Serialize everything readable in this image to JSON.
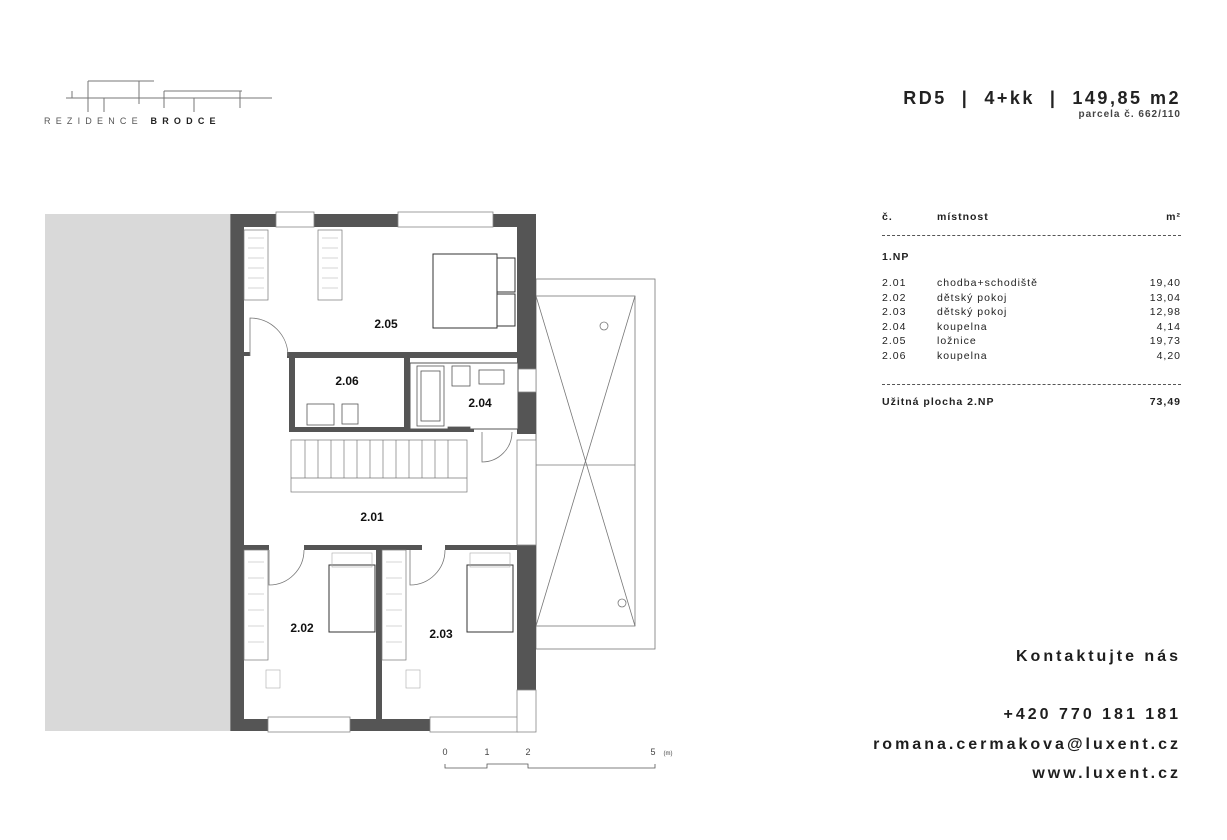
{
  "header": {
    "logo_left": "REZIDENCE",
    "logo_right": "BRODCE",
    "title": "RD5  |  4+kk  |  149,85 m2",
    "parcel": "parcela č. 662/110"
  },
  "rooms_table": {
    "col_number": "č.",
    "col_room": "místnost",
    "col_area": "m²",
    "floor_label": "1.NP",
    "rows": [
      {
        "number": "2.01",
        "name": "chodba+schodiště",
        "area": "19,40"
      },
      {
        "number": "2.02",
        "name": "dětský pokoj",
        "area": "13,04"
      },
      {
        "number": "2.03",
        "name": "dětský pokoj",
        "area": "12,98"
      },
      {
        "number": "2.04",
        "name": "koupelna",
        "area": "4,14"
      },
      {
        "number": "2.05",
        "name": "ložnice",
        "area": "19,73"
      },
      {
        "number": "2.06",
        "name": "koupelna",
        "area": "4,20"
      }
    ],
    "total_label": "Užitná plocha 2.NP",
    "total_value": "73,49"
  },
  "floorplan": {
    "labels": {
      "r201": "2.01",
      "r202": "2.02",
      "r203": "2.03",
      "r204": "2.04",
      "r205": "2.05",
      "r206": "2.06"
    },
    "scale": {
      "t0": "0",
      "t1": "1",
      "t2": "2",
      "t5": "5",
      "unit": "(m)"
    }
  },
  "contact": {
    "heading": "Kontaktujte nás",
    "phone": "+420 770 181 181",
    "email": "romana.cermakova@luxent.cz",
    "web": "www.luxent.cz"
  }
}
